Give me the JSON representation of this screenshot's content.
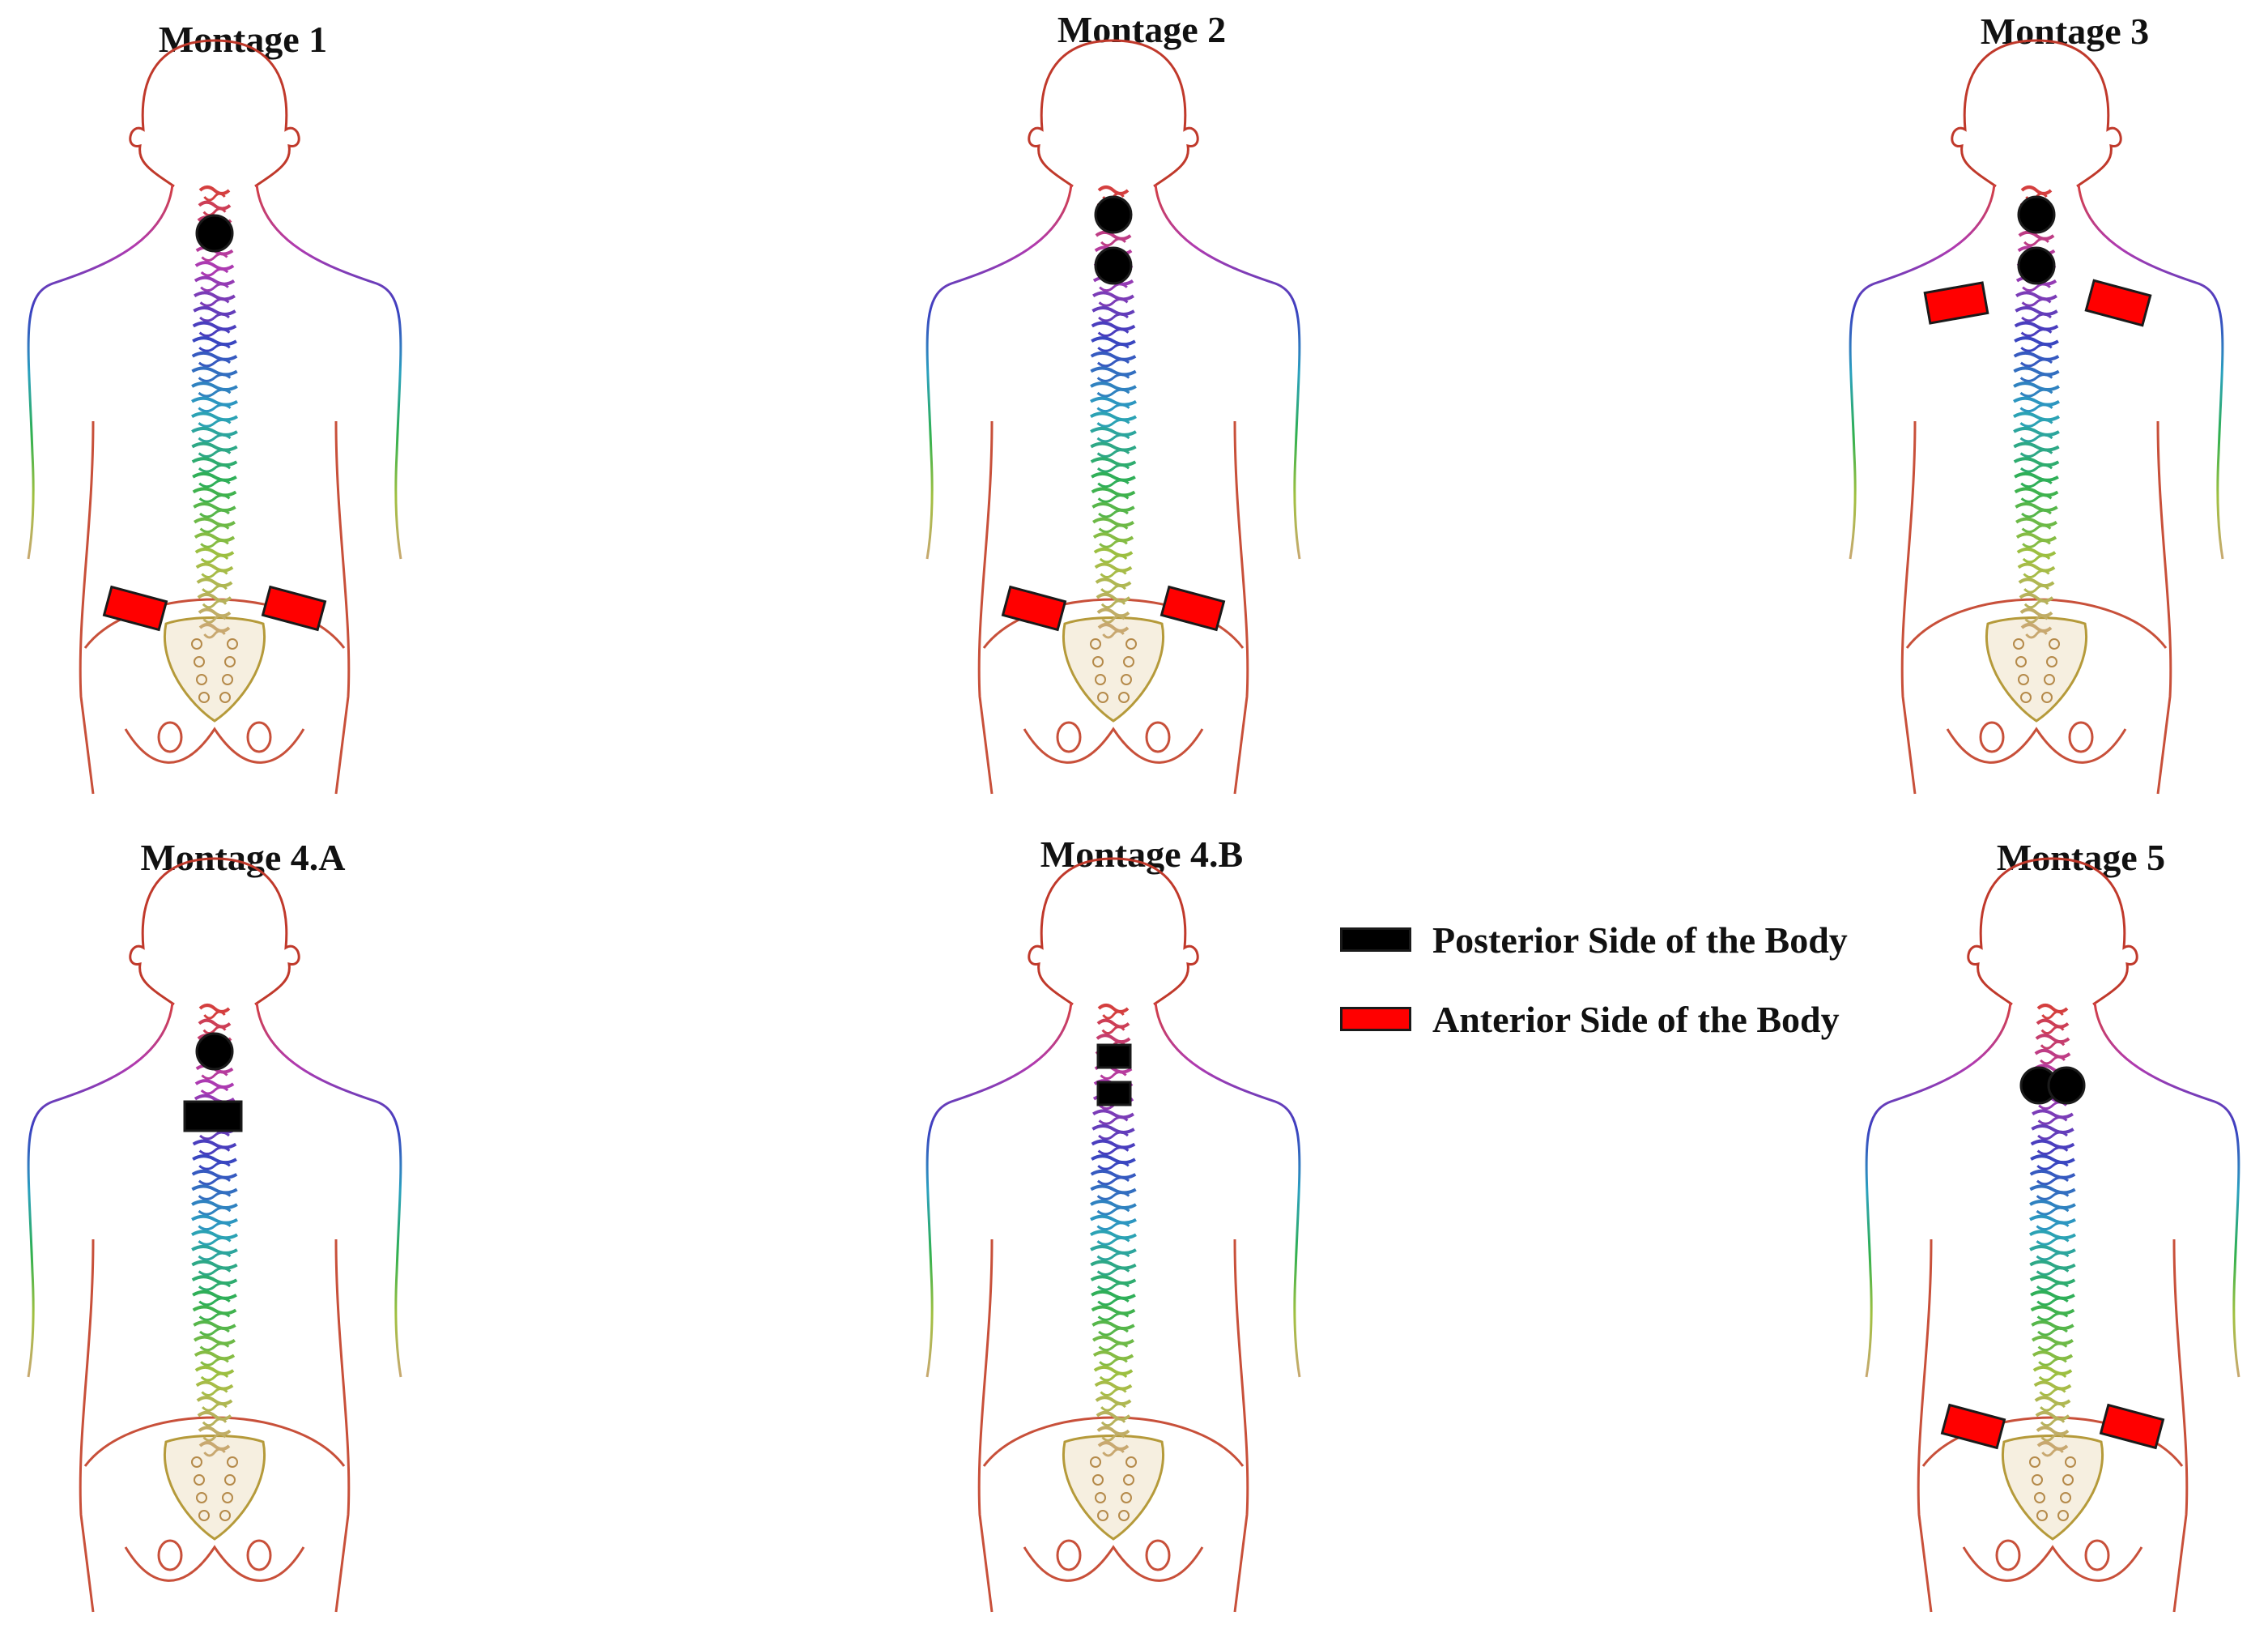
{
  "panels": [
    {
      "title": "Montage 1",
      "electrodes": [
        {
          "kind": "posterior",
          "shape": "circle",
          "site": "c2"
        },
        {
          "kind": "anterior",
          "shape": "rect",
          "site": "lumbar-left"
        },
        {
          "kind": "anterior",
          "shape": "rect",
          "site": "lumbar-right"
        }
      ]
    },
    {
      "title": "Montage 2",
      "electrodes": [
        {
          "kind": "posterior",
          "shape": "circle",
          "site": "c1"
        },
        {
          "kind": "posterior",
          "shape": "circle",
          "site": "c4"
        },
        {
          "kind": "anterior",
          "shape": "rect",
          "site": "lumbar-left"
        },
        {
          "kind": "anterior",
          "shape": "rect",
          "site": "lumbar-right"
        }
      ]
    },
    {
      "title": "Montage 3",
      "electrodes": [
        {
          "kind": "posterior",
          "shape": "circle",
          "site": "c1"
        },
        {
          "kind": "posterior",
          "shape": "circle",
          "site": "c4"
        },
        {
          "kind": "anterior",
          "shape": "rect",
          "site": "shoulder-left"
        },
        {
          "kind": "anterior",
          "shape": "rect",
          "site": "shoulder-right"
        }
      ]
    },
    {
      "title": "Montage 4.A",
      "electrodes": [
        {
          "kind": "posterior",
          "shape": "circle",
          "site": "c2"
        },
        {
          "kind": "posterior",
          "shape": "rect",
          "site": "c7-wide"
        }
      ]
    },
    {
      "title": "Montage 4.B",
      "electrodes": [
        {
          "kind": "posterior",
          "shape": "rect",
          "site": "c1-small"
        },
        {
          "kind": "posterior",
          "shape": "rect",
          "site": "c4-small"
        }
      ]
    },
    {
      "title": "Montage 5",
      "electrodes": [
        {
          "kind": "posterior",
          "shape": "circle",
          "site": "c5-left"
        },
        {
          "kind": "posterior",
          "shape": "circle",
          "site": "c5-right"
        },
        {
          "kind": "anterior",
          "shape": "rect",
          "site": "lumbar-left"
        },
        {
          "kind": "anterior",
          "shape": "rect",
          "site": "lumbar-right"
        }
      ]
    }
  ],
  "legend": {
    "posterior": {
      "label": "Posterior Side of the Body",
      "color": "#000000"
    },
    "anterior": {
      "label": "Anterior Side of the Body",
      "color": "#ff0000"
    }
  },
  "colors": {
    "posterior_fill": "#000000",
    "anterior_fill": "#ff0000",
    "electrode_outline": "#1a1a1a",
    "head_outline": "#c0392b",
    "spine_gradient": [
      "#d43f3f",
      "#b03ab0",
      "#3a3fc0",
      "#2aa0c0",
      "#2fb050",
      "#a0c040",
      "#c8a870"
    ]
  }
}
